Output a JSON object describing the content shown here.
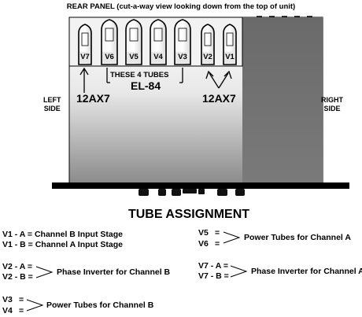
{
  "panel": {
    "title": "REAR PANEL (cut-a-way view looking down from the top of unit)",
    "left_side_line1": "LEFT",
    "left_side_line2": "SIDE",
    "right_side_line1": "RIGHT",
    "right_side_line2": "SIDE"
  },
  "tubes": [
    {
      "label": "V7"
    },
    {
      "label": "V6"
    },
    {
      "label": "V5"
    },
    {
      "label": "V4"
    },
    {
      "label": "V3"
    },
    {
      "label": "V2"
    },
    {
      "label": "V1"
    }
  ],
  "callouts": {
    "center_label": "THESE 4 TUBES",
    "center_value": "EL-84",
    "left_value": "12AX7",
    "right_value": "12AX7"
  },
  "assignment": {
    "title": "TUBE ASSIGNMENT",
    "v1a": "V1 - A = Channel B Input Stage",
    "v1b": "V1 - B = Channel A Input Stage",
    "v2a": "V2 - A =",
    "v2b": "V2 - B =",
    "v2_desc": "Phase Inverter for Channel B",
    "v3": "V3",
    "v4": "V4",
    "v3_eq": "=",
    "v4_eq": "=",
    "v34_desc": "Power Tubes for Channel B",
    "v5": "V5",
    "v6": "V6",
    "v5_eq": "=",
    "v6_eq": "=",
    "v56_desc": "Power Tubes for Channel A",
    "v7a": "V7 - A =",
    "v7b": "V7 - B =",
    "v7_desc": "Phase Inverter for Channel A"
  }
}
